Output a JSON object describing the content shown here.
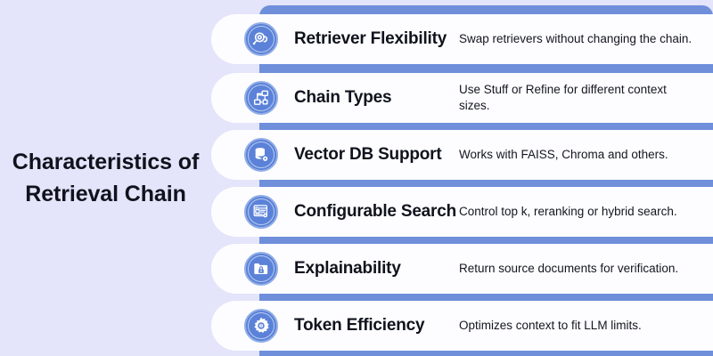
{
  "heading": {
    "title": "Characteristics of Retrieval Chain"
  },
  "colors": {
    "background": "#e4e4fb",
    "backbone": "#6f8fdb",
    "pill": "#fdfdff",
    "icon_badge": "#5b82d8",
    "icon_ring": "#92aee6",
    "text": "#10131c"
  },
  "rows": [
    {
      "icon": "magnifier-retriever-icon",
      "title": "Retriever Flexibility",
      "description": "Swap retrievers without changing the chain."
    },
    {
      "icon": "flowchart-nodes-icon",
      "title": "Chain Types",
      "description": "Use Stuff or Refine for different context sizes."
    },
    {
      "icon": "database-gear-icon",
      "title": "Vector DB Support",
      "description": "Works with FAISS, Chroma and others."
    },
    {
      "icon": "browser-window-gear-icon",
      "title": "Configurable Search",
      "description": "Control top k, reranking or hybrid search."
    },
    {
      "icon": "folder-lock-icon",
      "title": "Explainability",
      "description": "Return source documents for verification."
    },
    {
      "icon": "gear-cog-icon",
      "title": "Token Efficiency",
      "description": "Optimizes context to fit LLM limits."
    }
  ]
}
